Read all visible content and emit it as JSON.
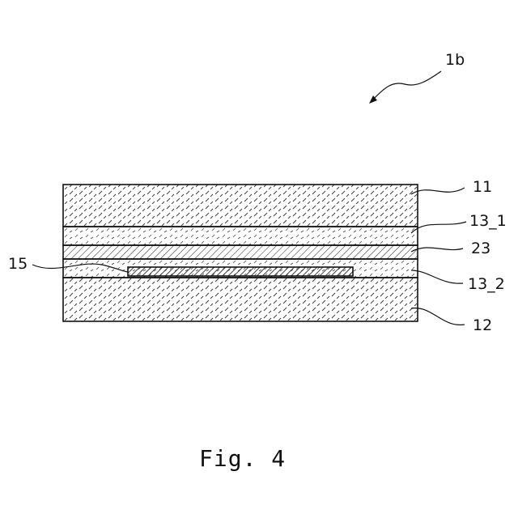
{
  "figure": {
    "caption": "Fig. 4",
    "assembly_ref": "1b",
    "layers": [
      {
        "ref": "11",
        "fill": "dense-dash-hatch"
      },
      {
        "ref": "13_1",
        "fill": "sparse-dash-hatch"
      },
      {
        "ref": "23",
        "fill": "diagonal-hatch"
      },
      {
        "ref": "13_2",
        "fill": "sparse-dash-hatch"
      },
      {
        "ref": "12",
        "fill": "dense-dash-hatch"
      }
    ],
    "embedded_element": {
      "ref": "15",
      "fill": "fine-diagonal-hatch"
    }
  },
  "colors": {
    "line": "#111111",
    "background": "#ffffff"
  }
}
